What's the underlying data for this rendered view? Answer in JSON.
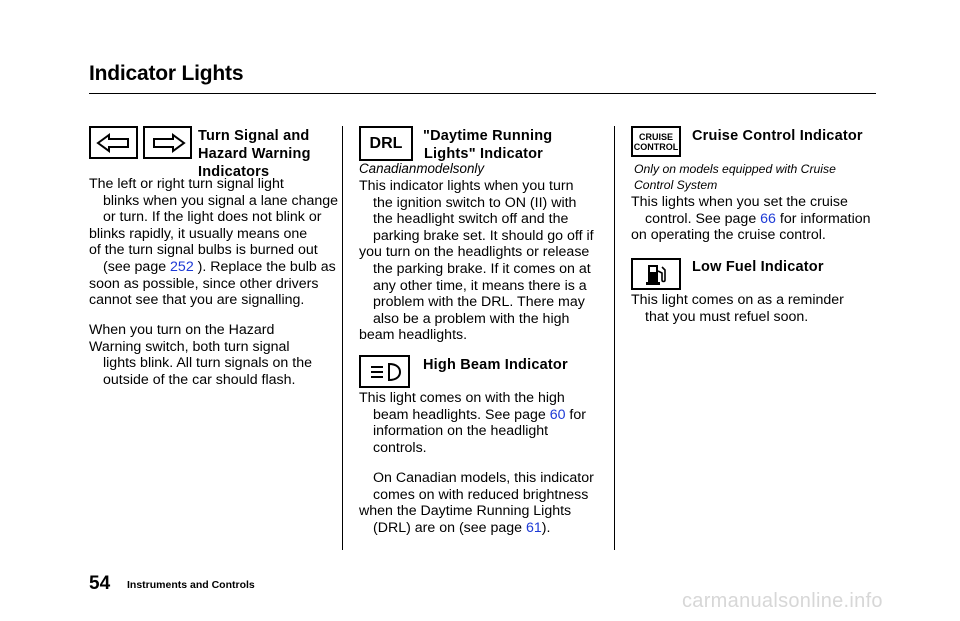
{
  "page": {
    "title": "Indicator Lights",
    "page_number": "54",
    "footer": "Instruments and Controls",
    "watermark": "carmanualsonline.info"
  },
  "turn_signal": {
    "heading": [
      "Turn Signal and",
      "Hazard Warning",
      "Indicators"
    ],
    "p1": {
      "lines": [
        "The left or right turn signal light",
        "blinks when you signal a lane change",
        "or turn. If the light does not blink or",
        "blinks rapidly, it usually means one",
        "of the turn signal bulbs is burned out"
      ],
      "line6_pre": "(see page ",
      "line6_link": "252",
      "line6_post": " ). Replace the bulb as",
      "lines_after": [
        "soon as possible, since other drivers",
        "cannot see that you are signalling."
      ]
    },
    "p2": [
      "When you turn on the Hazard",
      "Warning switch, both turn signal",
      "lights blink. All turn signals on the",
      "outside of the car should flash."
    ]
  },
  "drl": {
    "icon_text": "DRL",
    "heading": [
      "\"Daytime Running",
      "Lights\" Indicator"
    ],
    "note": "Canadianmodelsonly",
    "lines": [
      "This indicator lights when you turn",
      "the ignition switch to ON (II) with",
      "the headlight switch off and the",
      "parking brake set. It should go off if",
      "you turn on the headlights or release",
      "the parking brake. If it comes on at",
      "any other time, it means there is a",
      "problem with the DRL. There may",
      "also be a problem with the high",
      "beam headlights."
    ]
  },
  "high_beam": {
    "heading": "High Beam Indicator",
    "line1": "This light comes on with the high",
    "line2_pre": "beam headlights. See page ",
    "line2_link": "60",
    "line2_post": " for",
    "lines_after": [
      "information on the headlight",
      "controls."
    ],
    "p2_lines": [
      "On Canadian models, this indicator",
      "comes on with reduced brightness",
      "when the Daytime Running Lights"
    ],
    "p2_last_pre": "(DRL) are on (see page ",
    "p2_last_link": "61",
    "p2_last_post": ")."
  },
  "cruise": {
    "icon_text": [
      "CRUISE",
      "CONTROL"
    ],
    "heading": "Cruise Control Indicator",
    "note": [
      "Only on models equipped with  Cruise",
      "Control System"
    ],
    "line1": "This lights when you set the cruise",
    "line2_pre": "control. See page ",
    "line2_link": "66",
    "line2_post": " for information",
    "line3": "on operating the cruise control."
  },
  "low_fuel": {
    "heading": "Low Fuel Indicator",
    "lines": [
      "This light comes on as a reminder",
      "that you must refuel soon."
    ]
  },
  "icons": [
    "turn-left-arrow-icon",
    "turn-right-arrow-icon",
    "drl-icon",
    "high-beam-icon",
    "cruise-control-icon",
    "fuel-pump-icon"
  ]
}
